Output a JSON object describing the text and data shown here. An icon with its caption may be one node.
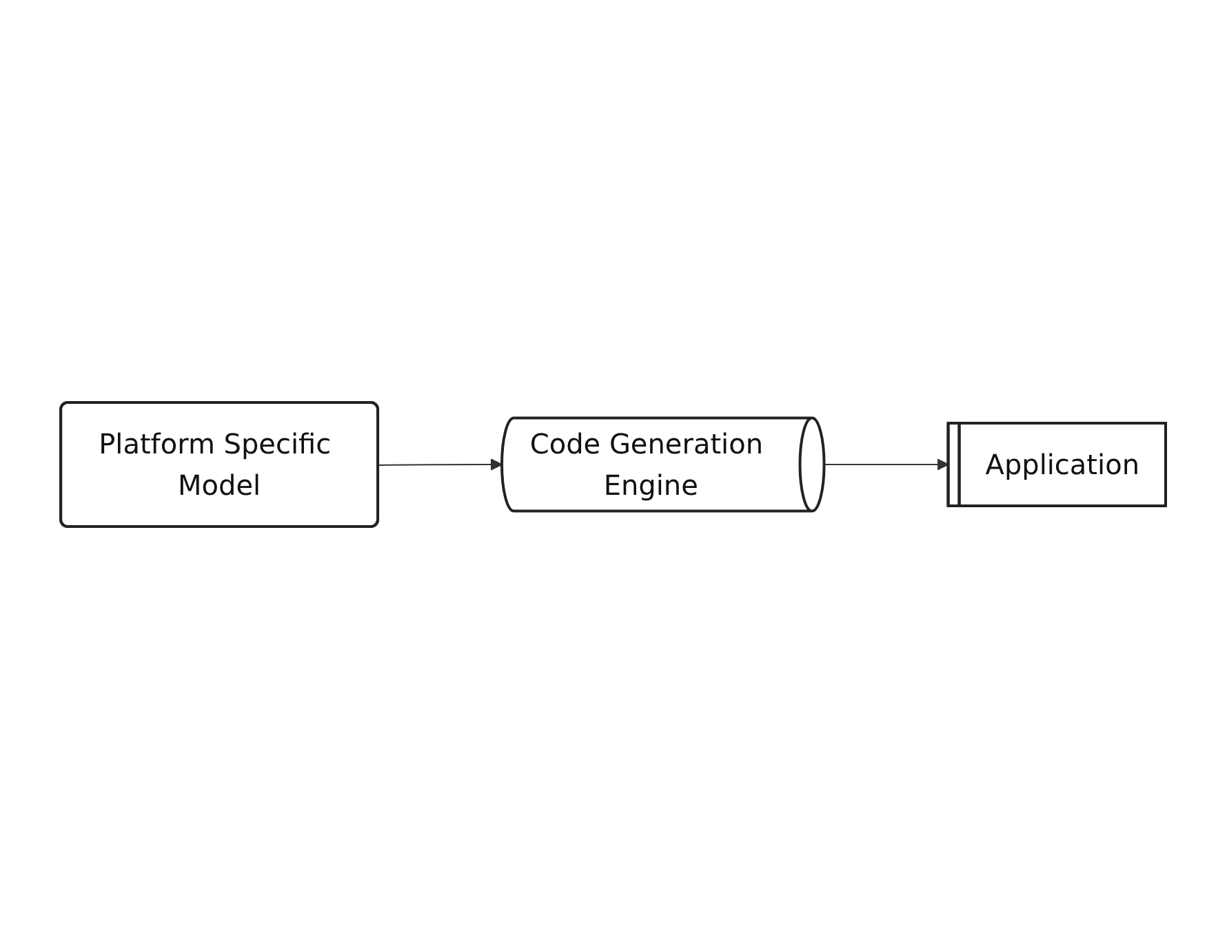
{
  "diagram": {
    "nodes": [
      {
        "text": [
          "Platform Specific Model"
        ]
      },
      {
        "text": [
          "Code Generation Engine"
        ]
      },
      {
        "text": [
          "Application"
        ]
      }
    ],
    "edges": [
      {
        "from": 0,
        "to": 1,
        "arrow": "to"
      },
      {
        "from": 1,
        "to": 2,
        "arrow": "to"
      }
    ]
  }
}
